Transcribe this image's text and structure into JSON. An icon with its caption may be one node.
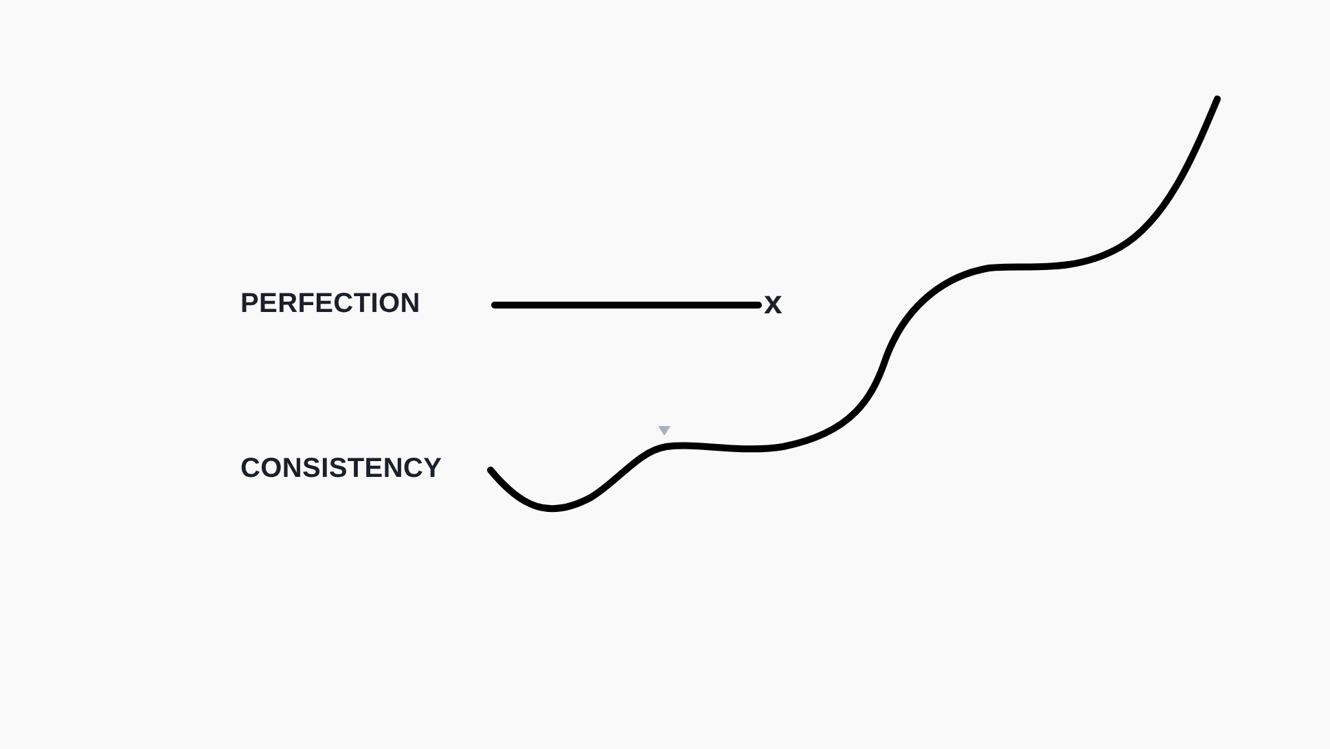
{
  "diagram": {
    "labels": [
      "PERFECTION",
      "x",
      "CONSISTENCY"
    ]
  }
}
